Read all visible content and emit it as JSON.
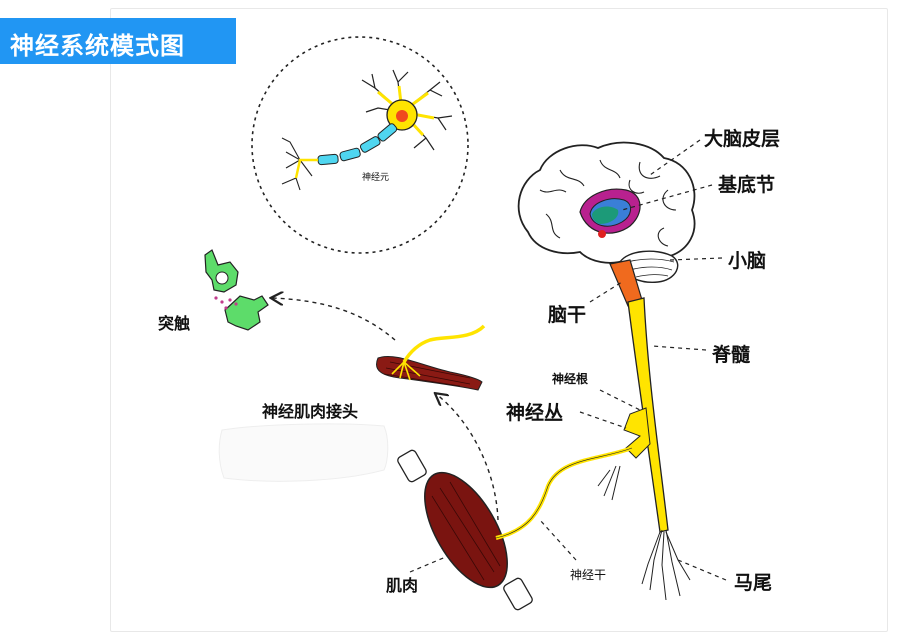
{
  "title": "神经系统模式图",
  "labels": {
    "neuron": "神经元",
    "synapse": "突触",
    "nmj": "神经肌肉接头",
    "muscle": "肌肉",
    "nerve_trunk": "神经干",
    "cortex": "大脑皮层",
    "basal_ganglia": "基底节",
    "cerebellum": "小脑",
    "brainstem": "脑干",
    "spinal_cord": "脊髓",
    "nerve_root": "神经根",
    "plexus": "神经丛",
    "cauda_equina": "马尾"
  },
  "colors": {
    "banner": "#2196f3",
    "nerve": "#ffe400",
    "myelin": "#4fd6f0",
    "synapse": "#5ddc6a",
    "muscle": "#7a1410",
    "brainstem": "#f06a1e",
    "basal_purple": "#b8218f",
    "basal_blue": "#3a7fd8",
    "basal_green": "#1c9a78"
  }
}
